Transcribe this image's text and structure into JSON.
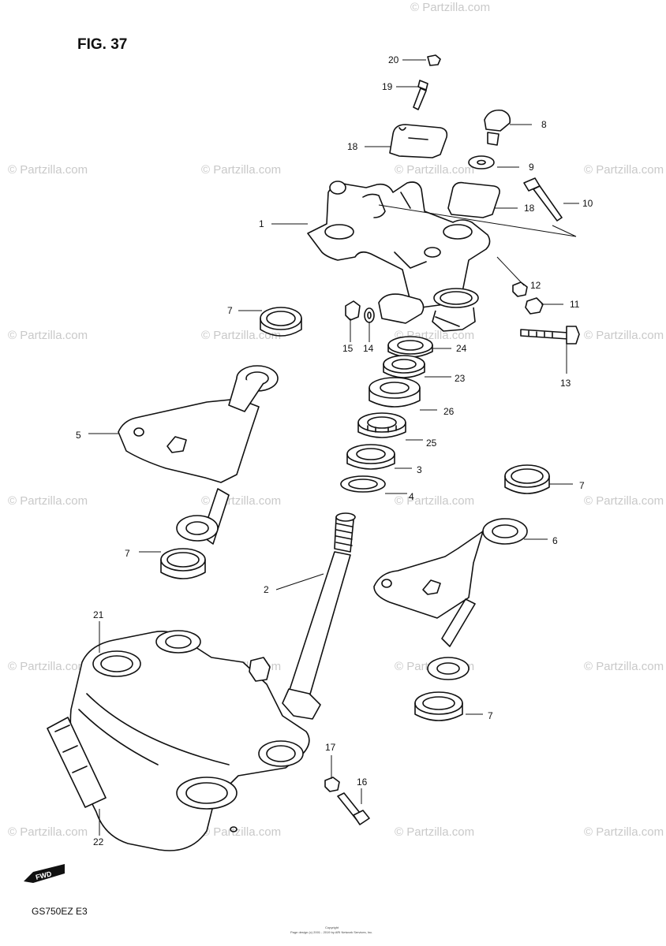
{
  "figure": {
    "title": "FIG. 37",
    "model_code": "GS750EZ  E3",
    "front_marker": "FWD"
  },
  "watermark": {
    "text": "© Partzilla.com"
  },
  "copyright_lines": [
    "Copyright",
    "Page design (c) 2001 - 2019 by ARI Network Services, Inc."
  ],
  "callouts": [
    {
      "id": "1",
      "label": "1"
    },
    {
      "id": "2",
      "label": "2"
    },
    {
      "id": "3",
      "label": "3"
    },
    {
      "id": "4",
      "label": "4"
    },
    {
      "id": "5",
      "label": "5"
    },
    {
      "id": "6",
      "label": "6"
    },
    {
      "id": "7a",
      "label": "7"
    },
    {
      "id": "7b",
      "label": "7"
    },
    {
      "id": "7c",
      "label": "7"
    },
    {
      "id": "7d",
      "label": "7"
    },
    {
      "id": "8",
      "label": "8"
    },
    {
      "id": "9",
      "label": "9"
    },
    {
      "id": "10",
      "label": "10"
    },
    {
      "id": "11",
      "label": "11"
    },
    {
      "id": "12",
      "label": "12"
    },
    {
      "id": "13",
      "label": "13"
    },
    {
      "id": "14",
      "label": "14"
    },
    {
      "id": "15",
      "label": "15"
    },
    {
      "id": "16",
      "label": "16"
    },
    {
      "id": "17",
      "label": "17"
    },
    {
      "id": "18a",
      "label": "18"
    },
    {
      "id": "18b",
      "label": "18"
    },
    {
      "id": "19",
      "label": "19"
    },
    {
      "id": "20",
      "label": "20"
    },
    {
      "id": "21",
      "label": "21"
    },
    {
      "id": "22",
      "label": "22"
    },
    {
      "id": "23",
      "label": "23"
    },
    {
      "id": "24",
      "label": "24"
    },
    {
      "id": "25",
      "label": "25"
    },
    {
      "id": "26",
      "label": "26"
    }
  ]
}
